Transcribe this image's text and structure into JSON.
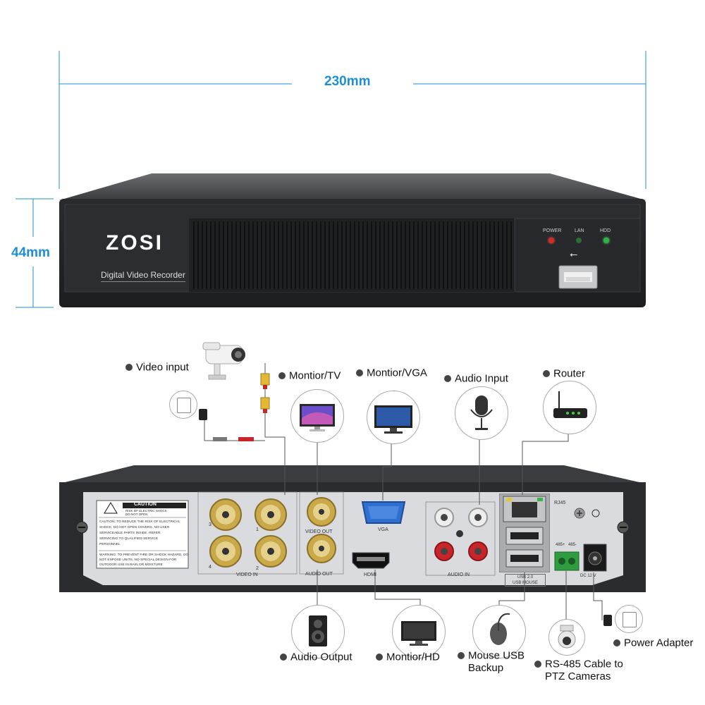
{
  "dimensions": {
    "width": "230mm",
    "height": "44mm"
  },
  "front_panel": {
    "brand": "ZOSI",
    "subtitle": "Digital Video Recorder",
    "indicators": {
      "power": "POWER",
      "lan": "LAN",
      "hdd": "HDD"
    }
  },
  "rear_panel": {
    "caution_title": "CAUTION",
    "caution_sub1": "RISK OF ELECTRIC SHOCK",
    "caution_sub2": "DO NOT OPEN",
    "caution_text_1": "CAUTION: TO REDUCE THE RISK OF ELECTRICAL",
    "caution_text_2": "SHOCK, DO NOT OPEN COVERS. NO USER",
    "caution_text_3": "SERVICEABLE PARTS INSIDE. REFER",
    "caution_text_4": "SERVICING TO QUALIFIED SERVICE",
    "caution_text_5": "PERSONNEL",
    "warning_1": "WARNING: TO PREVENT FIRE OR SHOCK HAZARD, DO",
    "warning_2": "NOT EXPOSE UNITS, NO SPECIAL DESIGN FOR",
    "warning_3": "OUTDOOR USE IN RAIN OR MOISTURE",
    "video_in": "VIDEO IN",
    "video_out": "VIDEO OUT",
    "audio_out": "AUDIO OUT",
    "vga": "VGA",
    "hdmi": "HDMI",
    "audio_in": "AUDIO IN",
    "rj45": "RJ45",
    "usb_label_1": "USB 2.0",
    "usb_label_2": "USB MOUSE",
    "rs485_a": "485+",
    "rs485_b": "485-",
    "dc": "DC 12 V",
    "ch1": "1",
    "ch2": "2",
    "ch3": "3",
    "ch4": "4"
  },
  "callouts": {
    "video_input": "Video input",
    "monitor_tv": "Montior/TV",
    "monitor_vga": "Montior/VGA",
    "audio_input": "Audio Input",
    "router": "Router",
    "audio_output": "Audio Output",
    "monitor_hd": "Montior/HD",
    "mouse_usb_1": "Mouse USB",
    "mouse_usb_2": "Backup",
    "rs485_1": "RS-485 Cable to",
    "rs485_2": "PTZ Cameras",
    "power_adapter": "Power Adapter"
  },
  "colors": {
    "dimension": "#1e8fd6",
    "chassis": "#2b2c2f",
    "panel": "#d9dbde",
    "bnc_gold": "#c9a949",
    "vga_blue": "#2f6fd0",
    "audio_red": "#c8252b",
    "terminal_green": "#2e9c3f",
    "hdd_green": "#2fb24a",
    "power_red": "#d42a2a"
  }
}
